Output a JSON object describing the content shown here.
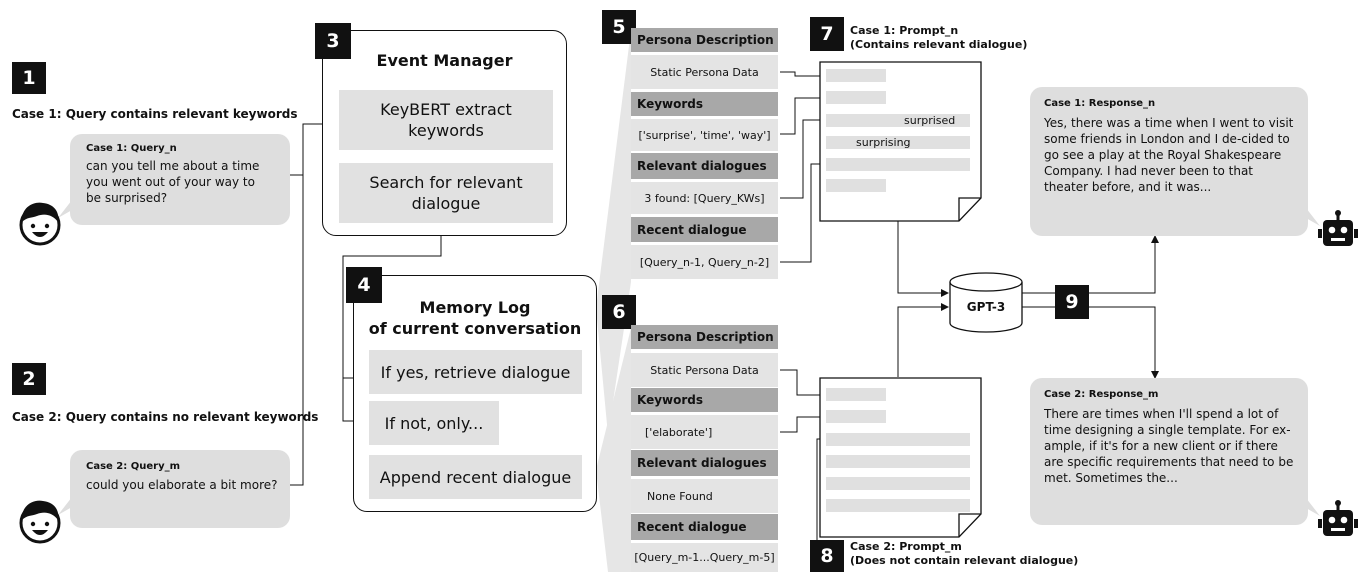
{
  "steps": {
    "s1": "1",
    "s2": "2",
    "s3": "3",
    "s4": "4",
    "s5": "5",
    "s6": "6",
    "s7": "7",
    "s8": "8",
    "s9": "9"
  },
  "case1": {
    "heading": "Case 1: Query contains relevant keywords",
    "bubble_title": "Case 1: Query_n",
    "bubble_text": "can you tell me about a time you went out of your way to be surprised?"
  },
  "case2": {
    "heading": "Case 2: Query contains no relevant keywords",
    "bubble_title": "Case 2: Query_m",
    "bubble_text": "could you elaborate a bit more?"
  },
  "event_manager": {
    "title": "Event Manager",
    "extract": "KeyBERT extract keywords",
    "search": "Search for relevant dialogue"
  },
  "memory_log": {
    "title_line1": "Memory Log",
    "title_line2": "of current conversation",
    "yes": "If yes, retrieve dialogue",
    "no": "If not, only...",
    "append": "Append recent dialogue"
  },
  "prompt1_panel": {
    "persona_header": "Persona Description",
    "persona_value": "Static Persona Data",
    "keywords_header": "Keywords",
    "keywords_value": "['surprise', 'time', 'way']",
    "relevant_header": "Relevant dialogues",
    "relevant_value": "3 found: [Query_KWs]",
    "recent_header": "Recent dialogue",
    "recent_value": "[Query_n-1, Query_n-2]"
  },
  "prompt2_panel": {
    "persona_header": "Persona Description",
    "persona_value": "Static Persona Data",
    "keywords_header": "Keywords",
    "keywords_value": "['elaborate']",
    "relevant_header": "Relevant dialogues",
    "relevant_value": "None Found",
    "recent_header": "Recent dialogue",
    "recent_value": "[Query_m-1...Query_m-5]"
  },
  "prompt1": {
    "title_line1": "Case 1: Prompt_n",
    "title_line2": "(Contains relevant dialogue)",
    "word_surprised": "surprised",
    "word_surprising": "surprising"
  },
  "prompt2": {
    "title_line1": "Case 2: Prompt_m",
    "title_line2": "(Does not contain relevant dialogue)"
  },
  "gpt": {
    "label": "GPT-3"
  },
  "response1": {
    "title": "Case 1: Response_n",
    "text": "Yes, there was a time when I went to visit some friends in London and I de-cided to go see a play at the Royal Shakespeare Company. I had never been to that theater before, and it was..."
  },
  "response2": {
    "title": "Case 2: Response_m",
    "text": "There are times when I'll spend a lot of time designing a single template. For ex-ample, if it's for a new client or if there are specific requirements that need to be met. Sometimes the..."
  },
  "icons": {
    "user": "user-face-icon",
    "bot": "robot-icon",
    "doc": "document-icon",
    "db": "database-cylinder-icon"
  }
}
